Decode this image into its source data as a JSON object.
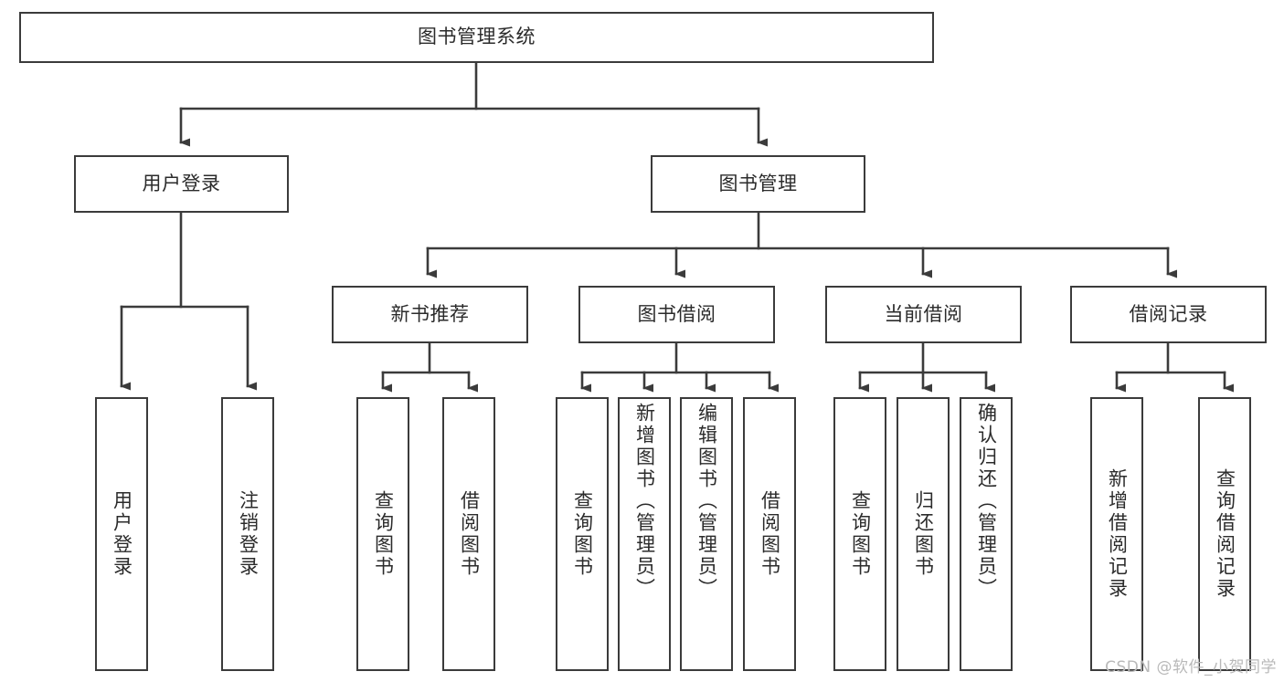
{
  "diagram": {
    "title": "图书管理系统",
    "type": "tree-hierarchy-diagram",
    "watermark": "CSDN @软件_小贺同学",
    "colors": {
      "background": "#ffffff",
      "box_border": "#3b3b3b",
      "box_fill": "#ffffff",
      "connector": "#3b3b3b",
      "text": "#2b2b2b",
      "watermark": "#b9b9b9"
    },
    "nodes": {
      "root": {
        "label": "图书管理系统",
        "level": 0
      },
      "level1": [
        {
          "id": "user-login",
          "label": "用户登录"
        },
        {
          "id": "book-management",
          "label": "图书管理"
        }
      ],
      "level2": [
        {
          "id": "new-book-recommend",
          "label": "新书推荐",
          "parent": "book-management"
        },
        {
          "id": "book-borrow",
          "label": "图书借阅",
          "parent": "book-management"
        },
        {
          "id": "current-borrow",
          "label": "当前借阅",
          "parent": "book-management"
        },
        {
          "id": "borrow-record",
          "label": "借阅记录",
          "parent": "book-management"
        }
      ],
      "leaves": {
        "user-login": [
          {
            "id": "leaf-user-login",
            "label": "用户登录"
          },
          {
            "id": "leaf-user-logout",
            "label": "注销登录"
          }
        ],
        "new-book-recommend": [
          {
            "id": "leaf-query-book-1",
            "label": "查询图书"
          },
          {
            "id": "leaf-borrow-book-1",
            "label": "借阅图书"
          }
        ],
        "book-borrow": [
          {
            "id": "leaf-query-book-2",
            "label": "查询图书"
          },
          {
            "id": "leaf-add-book",
            "label": "新增图书（管理员）"
          },
          {
            "id": "leaf-edit-book",
            "label": "编辑图书（管理员）"
          },
          {
            "id": "leaf-borrow-book-2",
            "label": "借阅图书"
          }
        ],
        "current-borrow": [
          {
            "id": "leaf-query-book-3",
            "label": "查询图书"
          },
          {
            "id": "leaf-return-book",
            "label": "归还图书"
          },
          {
            "id": "leaf-confirm-return",
            "label": "确认归还（管理员）"
          }
        ],
        "borrow-record": [
          {
            "id": "leaf-add-record",
            "label": "新增借阅记录"
          },
          {
            "id": "leaf-query-record",
            "label": "查询借阅记录"
          }
        ]
      }
    }
  }
}
